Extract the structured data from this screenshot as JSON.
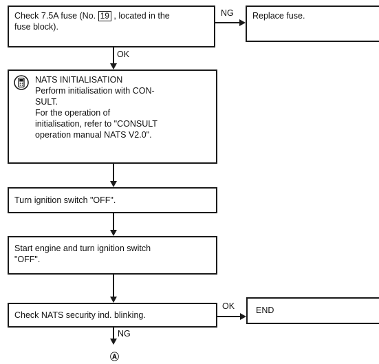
{
  "steps": {
    "check_fuse": {
      "prefix": "Check 7.5A fuse (No. ",
      "fuse_number": "19",
      "suffix_line1": " , located in the",
      "line2": "fuse block)."
    },
    "replace_fuse": {
      "text": "Replace fuse."
    },
    "nats_init": {
      "title": "NATS INITIALISATION",
      "lines": [
        "Perform initialisation with CON-",
        "SULT.",
        "For the operation of",
        "initialisation, refer to \"CONSULT",
        "operation manual NATS V2.0\"."
      ]
    },
    "turn_off": {
      "text": "Turn ignition switch \"OFF\"."
    },
    "start_engine": {
      "line1": "Start engine and turn ignition switch",
      "line2": "\"OFF\"."
    },
    "check_blink": {
      "text": "Check NATS security ind. blinking."
    },
    "end": {
      "text": "END"
    }
  },
  "labels": {
    "ng_1": "NG",
    "ok_1": "OK",
    "ok_2": "OK",
    "ng_2": "NG"
  },
  "continue_marker": "Ⓐ",
  "icons": {
    "consult": "consult-tester-icon"
  }
}
